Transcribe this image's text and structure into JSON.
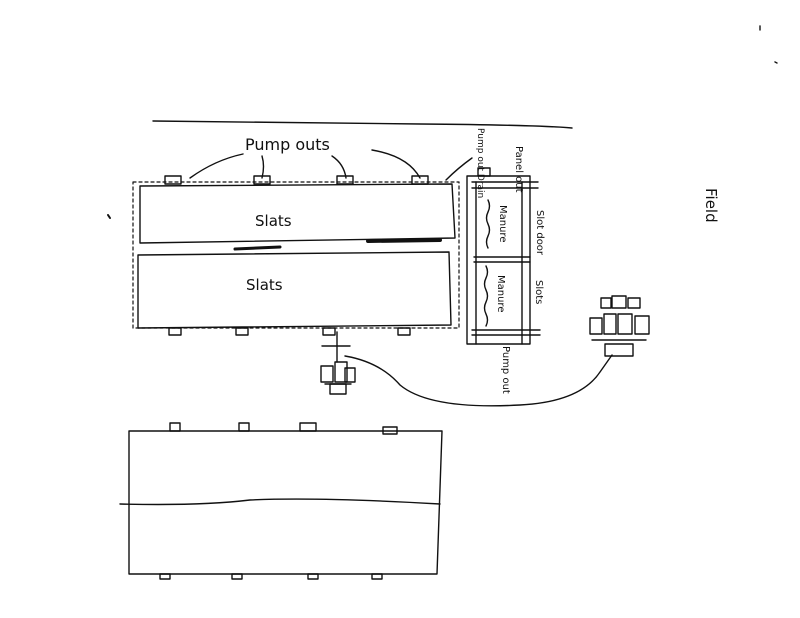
{
  "labels": {
    "pump_outs": "Pump outs",
    "slats_upper": "Slats",
    "slats_lower": "Slats",
    "manure_upper": "Manure",
    "manure_lower": "Manure",
    "slot_door": "Slot door",
    "slots": "Slots",
    "panel_out": "Panel out",
    "pump_out_drain": "Pump out Drain",
    "pump_out_lower": "Pump out",
    "field": "Field"
  },
  "colors": {
    "ink": "#111111",
    "paper": "#ffffff"
  }
}
